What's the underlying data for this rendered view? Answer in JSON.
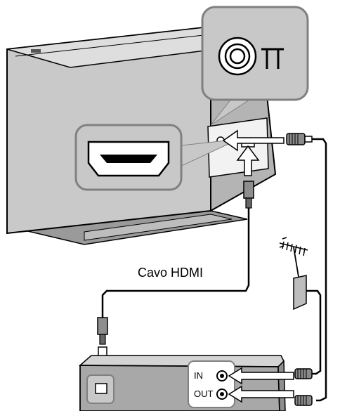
{
  "labels": {
    "cable": "Cavo HDMI",
    "port_in": "IN",
    "port_out": "OUT"
  },
  "colors": {
    "line": "#000000",
    "panel_gray": "#c8c8c8",
    "panel_dark": "#8e8e8e",
    "callout_border": "#808080",
    "arrow": "#ffffff"
  },
  "icons": [
    "tv",
    "hdmi-port",
    "antenna-port",
    "hdmi-plug",
    "coax-plug",
    "antenna",
    "set-top-box"
  ]
}
